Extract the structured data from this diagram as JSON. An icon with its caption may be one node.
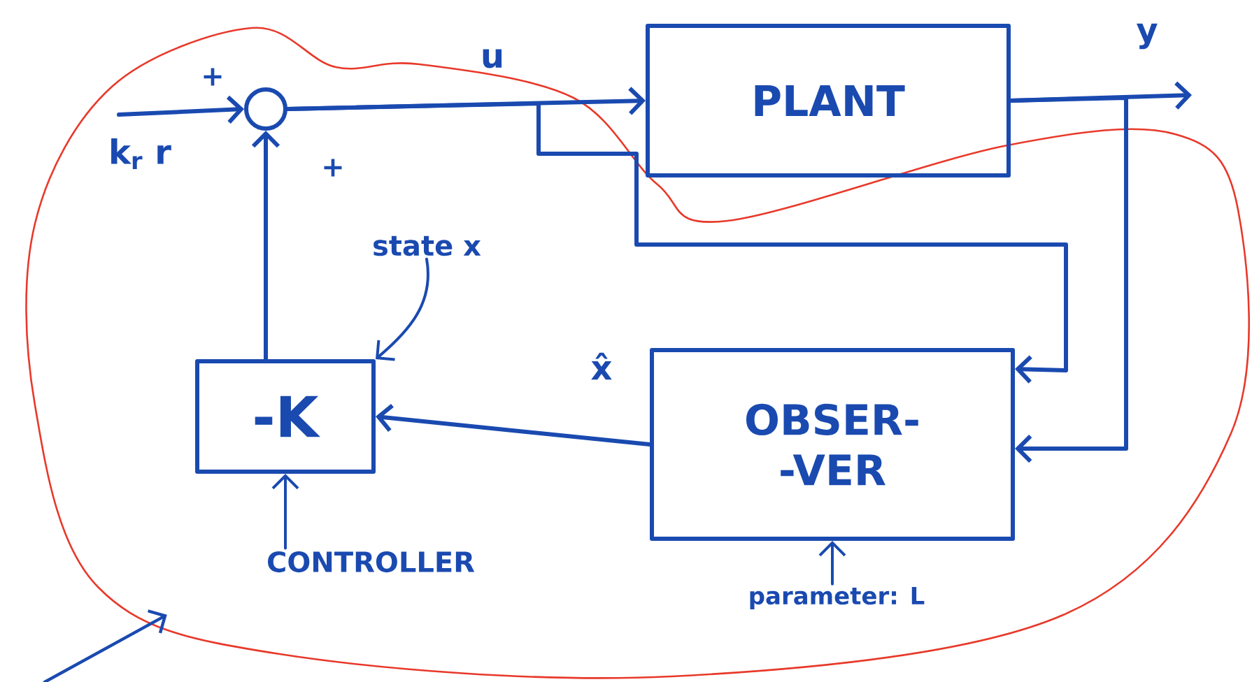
{
  "diagram": {
    "nodes": [
      {
        "text": [],
        "shape": "cloud"
      },
      {
        "text": [],
        "shape": "circle",
        "in": 0
      },
      {
        "text": [
          "PLANT"
        ]
      },
      {
        "text": [
          "-K"
        ],
        "in": 0
      },
      {
        "text": [
          "OBSER- -VER"
        ],
        "in": 0
      },
      {
        "text": [
          "CONTROLLER"
        ],
        "in": 0
      },
      {
        "text": [
          "parameter: L"
        ],
        "in": 0
      },
      {
        "text": [
          "state x"
        ],
        "in": 0
      }
    ],
    "edges": [
      {
        "from": null,
        "to": 1,
        "arrow": "to",
        "label": "k$_{r}$ r"
      },
      {
        "from": 1,
        "to": 2,
        "arrow": "to",
        "label": "u"
      },
      {
        "from": 2,
        "to": null,
        "arrow": "to",
        "label": "y"
      },
      {
        "from": 1,
        "to": 4,
        "arrow": "to"
      },
      {
        "from": 2,
        "to": 4,
        "arrow": "to"
      },
      {
        "from": 4,
        "to": 3,
        "arrow": "to",
        "label": "x̂"
      },
      {
        "from": 3,
        "to": 1,
        "arrow": "to"
      },
      {
        "from": 5,
        "to": 3,
        "arrow": "to"
      },
      {
        "from": 6,
        "to": 4,
        "arrow": "to"
      },
      {
        "from": 7,
        "to": 3,
        "arrow": "to"
      },
      {
        "from": null,
        "to": 0,
        "arrow": "to"
      }
    ],
    "labels": [
      "+",
      "+"
    ]
  }
}
